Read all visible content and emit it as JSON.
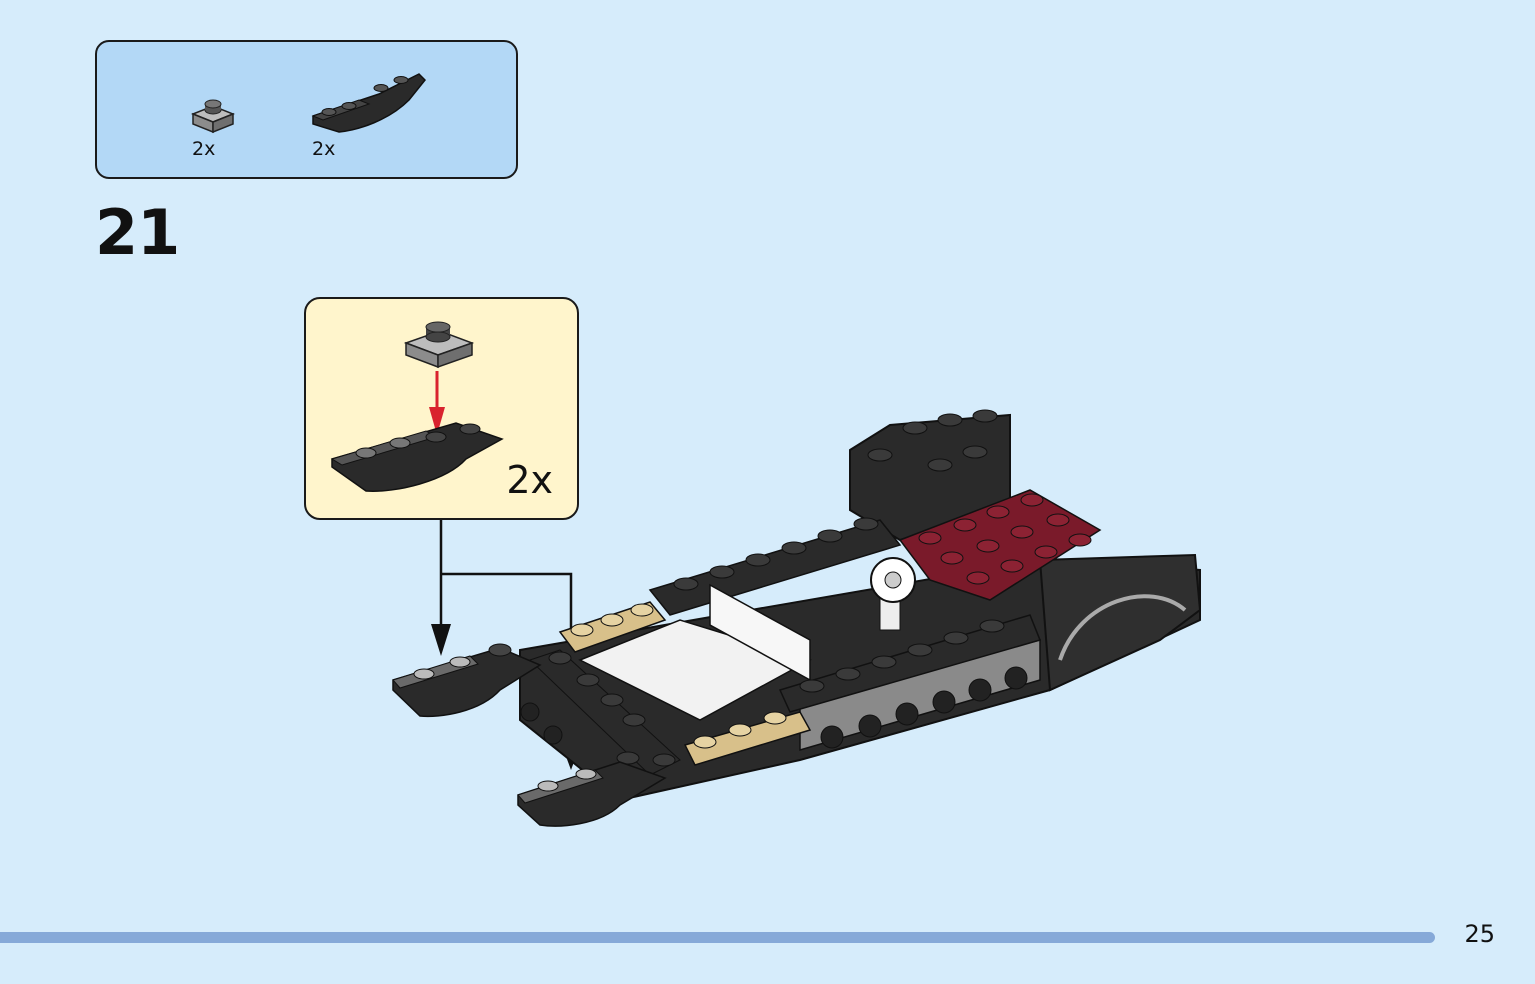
{
  "parts_list": {
    "items": [
      {
        "icon": "plate-1x1-gray-icon",
        "qty": "2x"
      },
      {
        "icon": "curved-slope-black-icon",
        "qty": "2x"
      }
    ]
  },
  "step": {
    "number": "21"
  },
  "callout": {
    "qty": "2x"
  },
  "page": {
    "number": "25"
  },
  "colors": {
    "background": "#d6ecfb",
    "parts_box": "#b3d8f6",
    "callout_box": "#fff5cc",
    "black_brick": "#2b2b2b",
    "dark_red_brick": "#7a1a2a",
    "tan_brick": "#d8c08a",
    "gray_brick": "#9a9a9a",
    "arrow_red": "#d9232e",
    "footer_bar": "#86a9d8"
  }
}
